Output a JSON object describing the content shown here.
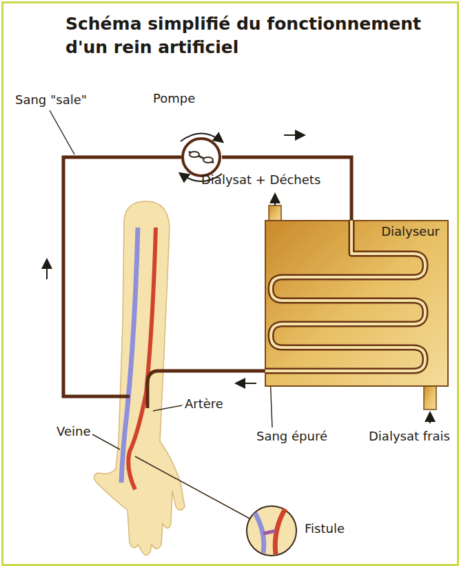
{
  "diagram": {
    "title": "Schéma simplifié du fonctionnement d'un rein artificiel",
    "nodes": [
      {
        "text": [
          "Pompe"
        ]
      },
      {
        "text": [
          "Dialyseur"
        ]
      },
      {
        "text": [
          "Fistule"
        ]
      }
    ],
    "edges": [
      {
        "from": 0,
        "to": 1,
        "arrow": "none"
      }
    ],
    "labels": [
      "Sang \"sale\"",
      "Dialysat + Déchets",
      "Dialysat frais",
      "Sang épuré",
      "Artère",
      "Veine"
    ]
  }
}
